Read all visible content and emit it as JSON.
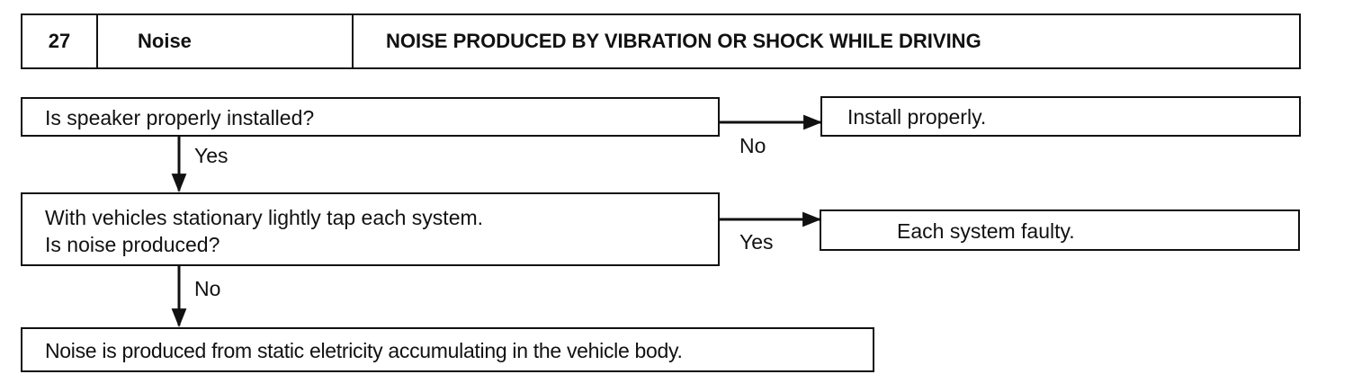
{
  "header": {
    "number": "27",
    "category": "Noise",
    "title": "NOISE PRODUCED BY VIBRATION OR SHOCK WHILE DRIVING"
  },
  "steps": {
    "q1": "Is speaker properly installed?",
    "q1_no_result": "Install properly.",
    "q2_line1": "With vehicles stationary lightly tap each system.",
    "q2_line2": "Is noise produced?",
    "q2_yes_result": "Each system faulty.",
    "conclusion": "Noise is produced from static eletricity accumulating in the vehicle body."
  },
  "labels": {
    "q1_yes": "Yes",
    "q1_no": "No",
    "q2_yes": "Yes",
    "q2_no": "No"
  }
}
